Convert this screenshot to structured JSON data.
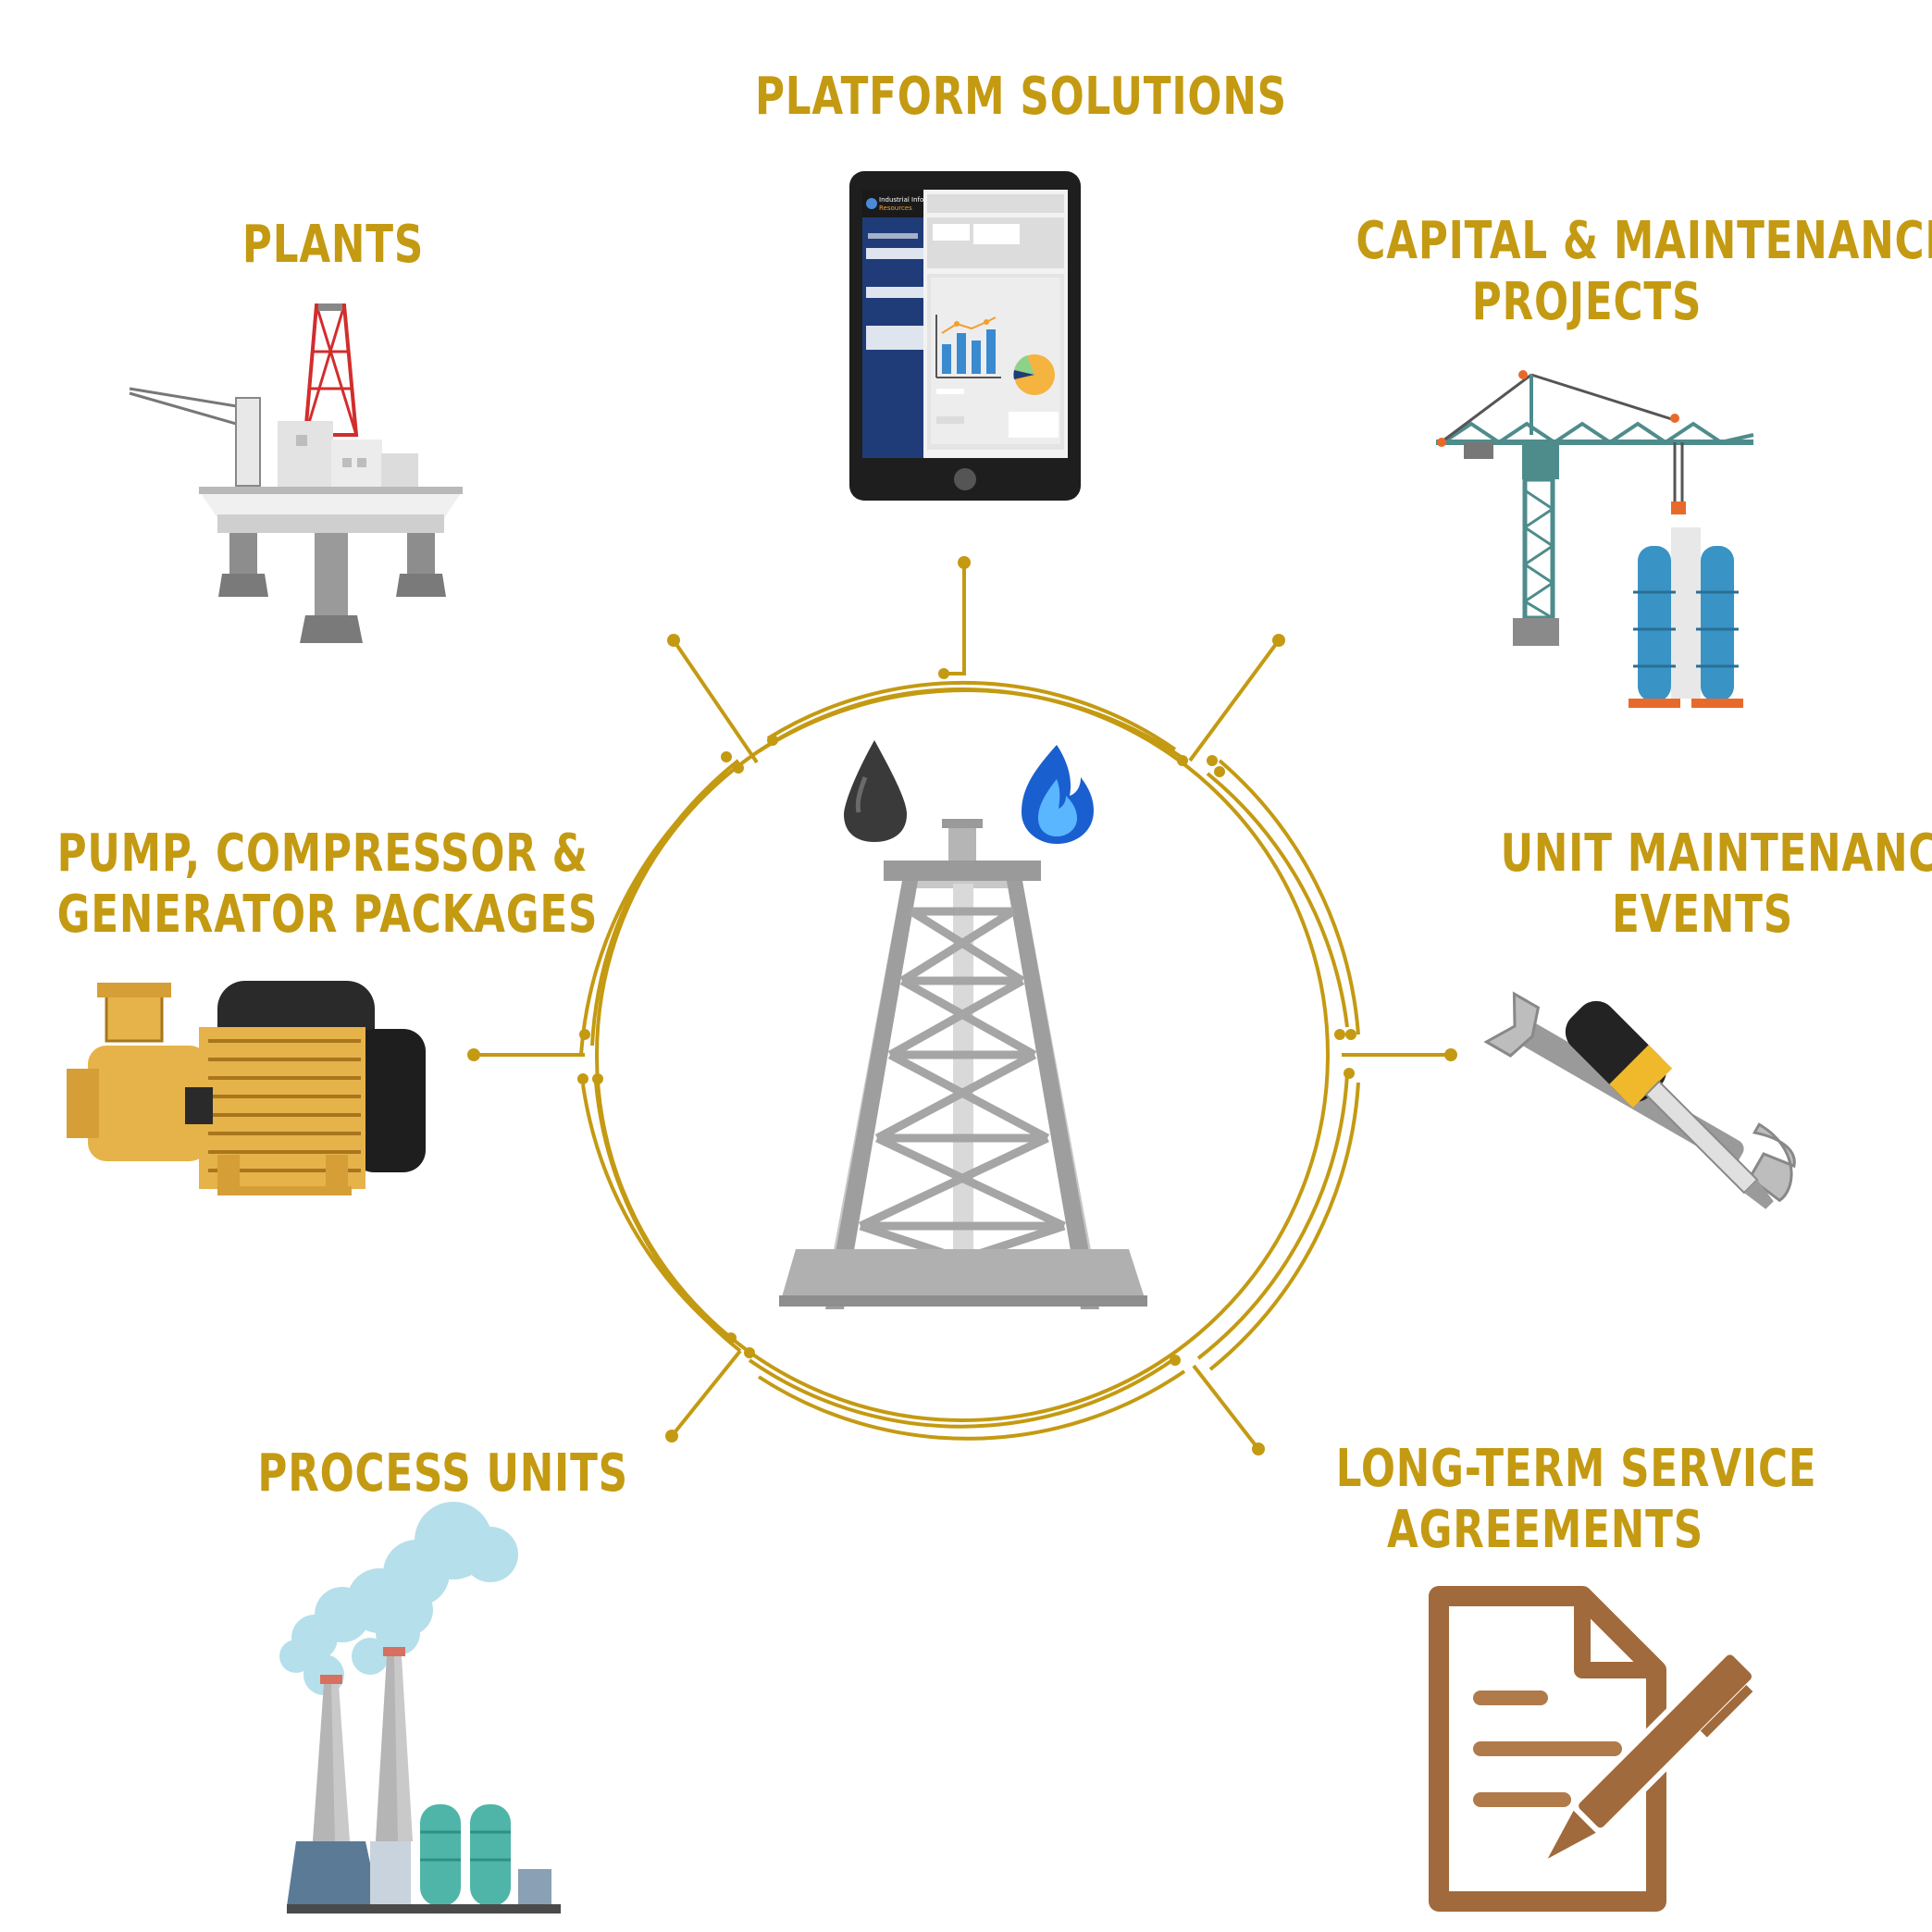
{
  "center": {
    "title_lines": [],
    "icons": [
      "oil-drop-icon",
      "gas-flame-icon",
      "derrick-icon"
    ]
  },
  "nodes": {
    "platform_solutions": {
      "label": "PLATFORM SOLUTIONS",
      "icon": "tablet-dashboard-icon"
    },
    "plants": {
      "label": "PLANTS",
      "icon": "offshore-platform-icon"
    },
    "capital_projects": {
      "label_1": "CAPITAL & MAINTENANCE",
      "label_2": "PROJECTS",
      "icon": "construction-crane-icon"
    },
    "pump_packages": {
      "label_1": "PUMP, COMPRESSOR &",
      "label_2": "GENERATOR PACKAGES",
      "icon": "pump-motor-icon"
    },
    "unit_maintenance": {
      "label_1": "UNIT MAINTENANCE",
      "label_2": "EVENTS",
      "icon": "wrench-screwdriver-icon"
    },
    "process_units": {
      "label": "PROCESS UNITS",
      "icon": "factory-smokestack-icon"
    },
    "service_agreements": {
      "label_1": "LONG-TERM SERVICE",
      "label_2": "AGREEMENTS",
      "icon": "contract-pen-icon"
    }
  },
  "tablet": {
    "brand_1": "Industrial Info",
    "brand_2": "Resources"
  },
  "colors": {
    "label": "#c49a12",
    "connector": "#c49a12",
    "derrick": "#9a9a9a"
  }
}
